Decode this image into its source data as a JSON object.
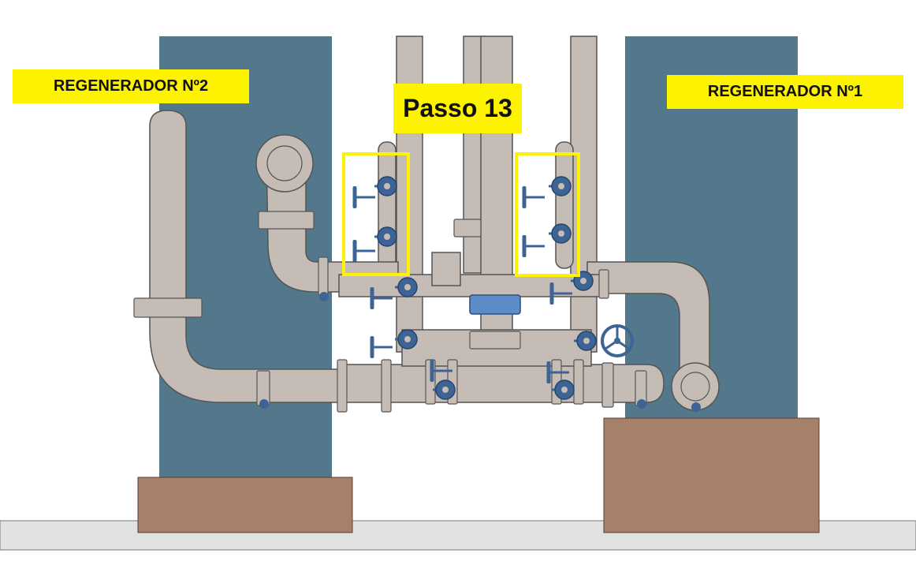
{
  "labels": {
    "regenerator_2": "REGENERADOR Nº2",
    "regenerator_1": "REGENERADOR Nº1",
    "step": "Passo 13"
  },
  "colors": {
    "regenerator_body": "#54788b",
    "pipe_fill": "#c5bcb6",
    "pipe_stroke": "#555555",
    "valve_blue": "#3d6495",
    "base_block": "#a68068",
    "floor_slab": "#e2e2e2",
    "highlight": "#fdf200",
    "label_background": "#fdf200"
  },
  "highlighted_groups": [
    "valve-group-left",
    "valve-group-right"
  ]
}
